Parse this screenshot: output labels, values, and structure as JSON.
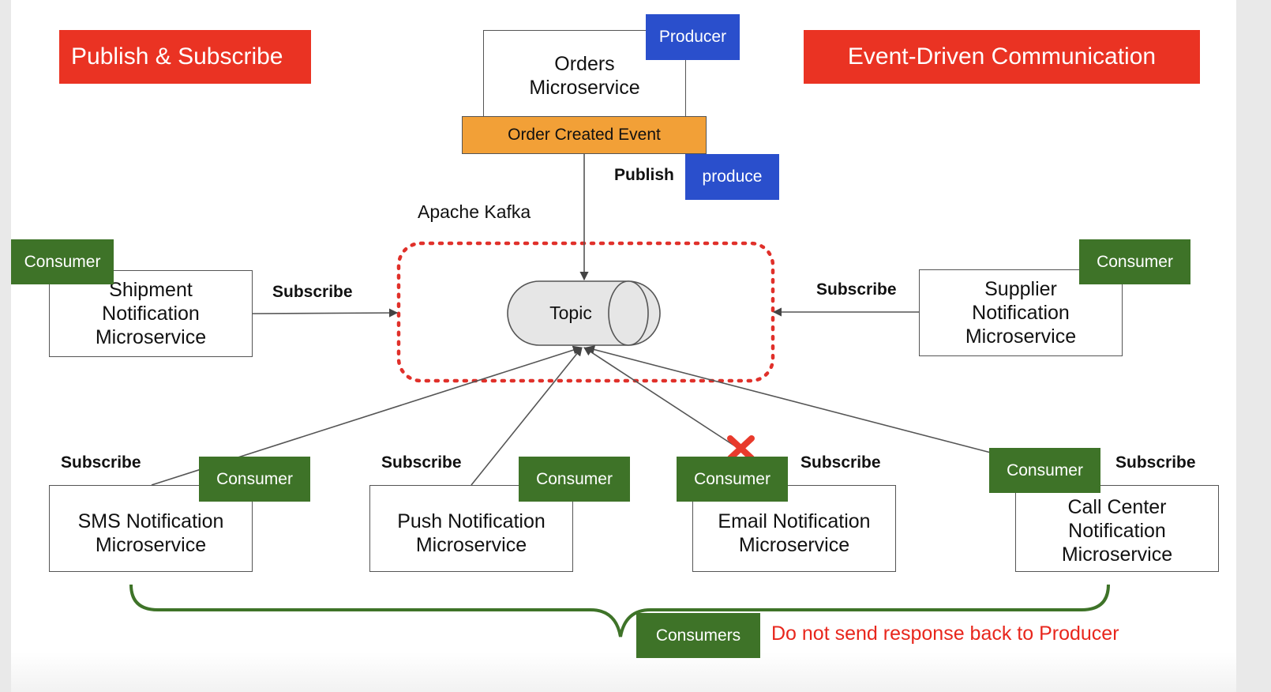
{
  "titles": {
    "left": "Publish & Subscribe",
    "right": "Event-Driven Communication"
  },
  "producer": {
    "service": "Orders\nMicroservice",
    "tag": "Producer",
    "event": "Order Created Event",
    "publish_label": "Publish",
    "produce_tag": "produce"
  },
  "broker": {
    "name": "Apache Kafka",
    "topic": "Topic"
  },
  "consumers": [
    {
      "service": "Shipment\nNotification\nMicroservice",
      "tag": "Consumer",
      "subscribe_label": "Subscribe"
    },
    {
      "service": "Supplier\nNotification\nMicroservice",
      "tag": "Consumer",
      "subscribe_label": "Subscribe"
    },
    {
      "service": "SMS Notification\nMicroservice",
      "tag": "Consumer",
      "subscribe_label": "Subscribe"
    },
    {
      "service": "Push Notification\nMicroservice",
      "tag": "Consumer",
      "subscribe_label": "Subscribe"
    },
    {
      "service": "Email Notification\nMicroservice",
      "tag": "Consumer",
      "subscribe_label": "Subscribe"
    },
    {
      "service": "Call Center\nNotification\nMicroservice",
      "tag": "Consumer",
      "subscribe_label": "Subscribe"
    }
  ],
  "footer": {
    "consumers_tag": "Consumers",
    "note": "Do not send response back to Producer"
  },
  "colors": {
    "title_red": "#ea3323",
    "consumer_green": "#3e7328",
    "producer_blue": "#2a4fcc",
    "event_orange": "#f2a037",
    "kafka_dotted_red": "#e0302a",
    "note_red": "#e8261c"
  },
  "icons": {
    "blocked_marker": "red-x-icon",
    "topic": "cylinder-icon"
  }
}
